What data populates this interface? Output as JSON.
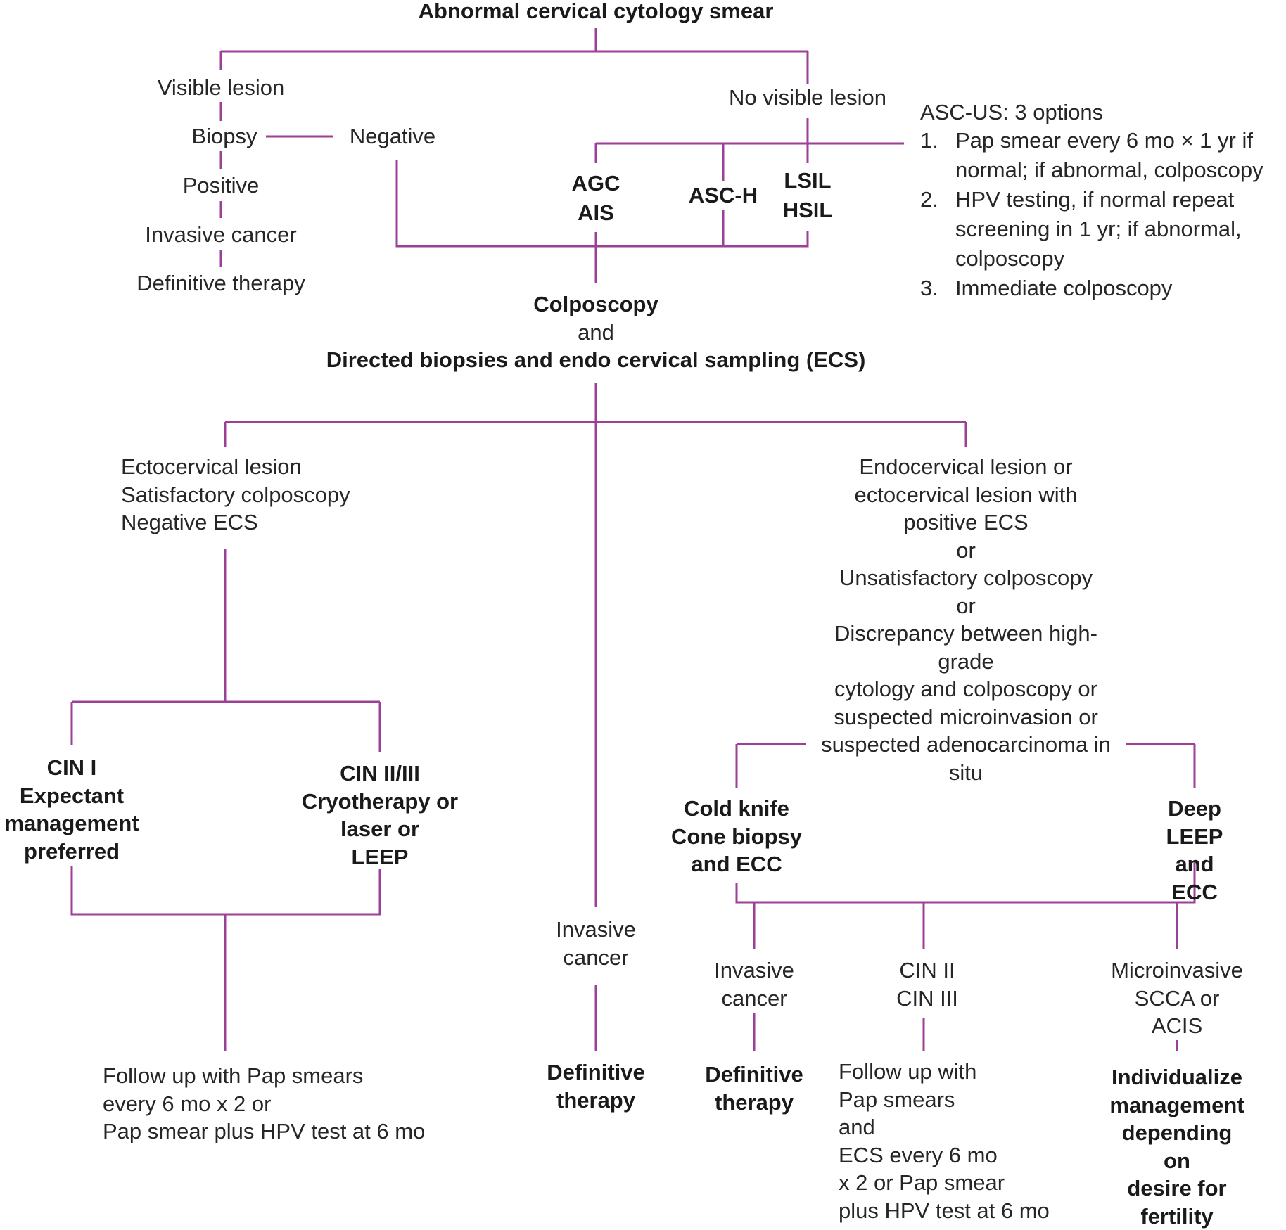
{
  "colors": {
    "connector": "#9c3f96",
    "text": "#262626",
    "background": "#ffffff"
  },
  "nodes": {
    "root": "Abnormal cervical cytology smear",
    "visible_lesion": "Visible lesion",
    "biopsy": "Biopsy",
    "negative": "Negative",
    "positive": "Positive",
    "invasive_cancer_left": "Invasive cancer",
    "definitive_therapy_left": "Definitive therapy",
    "no_visible_lesion": "No visible lesion",
    "agc_ais": "AGC\nAIS",
    "asc_h": "ASC-H",
    "lsil_hsil": "LSIL\nHSIL",
    "colposcopy": "Colposcopy",
    "and": "and",
    "directed_biopsies": "Directed biopsies and endo cervical sampling (ECS)",
    "ectocervical": "Ectocervical lesion\nSatisfactory colposcopy\nNegative ECS",
    "endocervical": "Endocervical lesion or\nectocervical lesion with\npositive ECS\nor\nUnsatisfactory colposcopy\nor\nDiscrepancy between high-grade\ncytology and colposcopy or\nsuspected microinvasion or\nsuspected adenocarcinoma in situ",
    "cin1": "CIN I\nExpectant\nmanagement\npreferred",
    "cin23": "CIN II/III\nCryotherapy or\nlaser or\nLEEP",
    "followup_left": "Follow up with Pap smears\nevery 6 mo x 2 or\nPap smear plus HPV test at 6 mo",
    "invasive_cancer_mid": "Invasive\ncancer",
    "definitive_therapy_mid": "Definitive\ntherapy",
    "cold_knife": "Cold knife\nCone biopsy\nand ECC",
    "deep_leep": "Deep LEEP\nand ECC",
    "invasive_cancer_right": "Invasive\ncancer",
    "definitive_therapy_right": "Definitive\ntherapy",
    "cin2_cin3": "CIN II\nCIN III",
    "followup_right": "Follow up with\nPap smears\nand\nECS every 6 mo\nx 2 or Pap smear\nplus HPV test at 6 mo",
    "microinvasive": "Microinvasive\nSCCA or ACIS",
    "individualize": "Individualize\nmanagement\ndepending on\ndesire for fertility"
  },
  "asc_us": {
    "title": "ASC-US: 3 options",
    "options": [
      {
        "num": "1.",
        "text": "Pap smear every 6 mo × 1 yr if\nnormal; if abnormal, colposcopy"
      },
      {
        "num": "2.",
        "text": "HPV testing, if normal repeat\nscreening in 1 yr; if abnormal,\ncolposcopy"
      },
      {
        "num": "3.",
        "text": "Immediate colposcopy"
      }
    ]
  }
}
